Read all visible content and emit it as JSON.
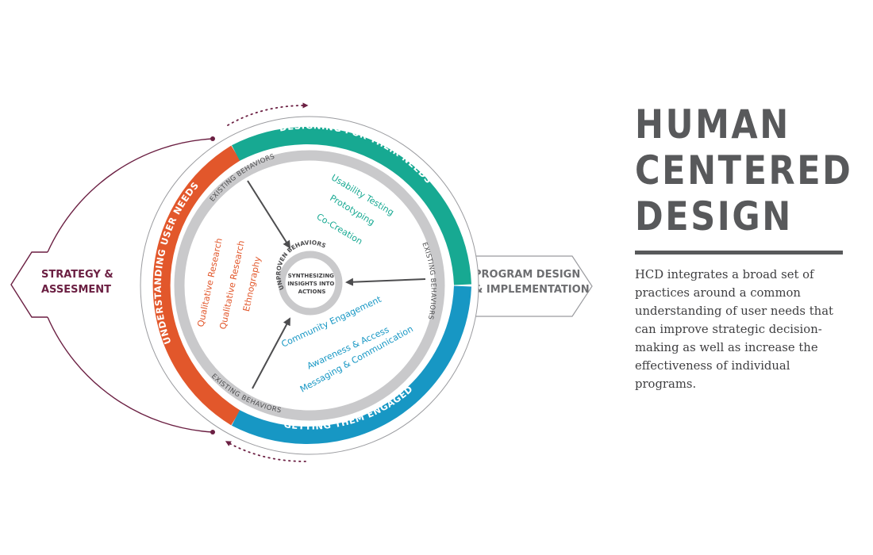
{
  "diagram": {
    "left_pointer": "STRATEGY & ASSESMENT",
    "left_pointer_lines": [
      "STRATEGY &",
      "ASSESMENT"
    ],
    "right_pointer": "PROGRAM DESIGN & IMPLEMENTATION",
    "right_pointer_lines": [
      "PROGRAM DESIGN",
      "& IMPLEMENTATION"
    ],
    "outer_ring_segments": [
      {
        "label": "UNDERSTANDING USER NEEDS",
        "color": "#e2572b"
      },
      {
        "label": "DESIGNING FOR THEIR NEEDS",
        "color": "#17a992"
      },
      {
        "label": "GETTING THEM ENGAGED",
        "color": "#1797c4"
      }
    ],
    "existing_behaviors_labels": [
      "EXISTING BEHAVIORS",
      "EXISTING BEHAVIORS",
      "EXISTING BEHAVIORS"
    ],
    "center": {
      "ring_label": "UNPROVEN BEHAVIORS",
      "text_lines": [
        "SYNTHESIZING",
        "INSIGHTS INTO",
        "ACTIONS"
      ]
    },
    "understanding_methods": [
      "Qualitative Research",
      "Qualitative Research",
      "Ethnography"
    ],
    "designing_methods": [
      "Usability Testing",
      "Prototyping",
      "Co-Creation"
    ],
    "engaging_methods": [
      "Community Engagement",
      "Awareness & Access",
      "Messaging & Communication"
    ],
    "colors": {
      "accent_dark": "#6b1f42",
      "ring_gray": "#c9c9cb",
      "text_gray": "#58595b",
      "arrow_gray": "#4d4d4f"
    }
  },
  "side_panel": {
    "title_lines": [
      "HUMAN",
      "CENTERED",
      "DESIGN"
    ],
    "description": "HCD integrates a broad set of practices around a common understanding of user needs that can improve strategic decision-making as well as increase the effectiveness of individual programs."
  }
}
